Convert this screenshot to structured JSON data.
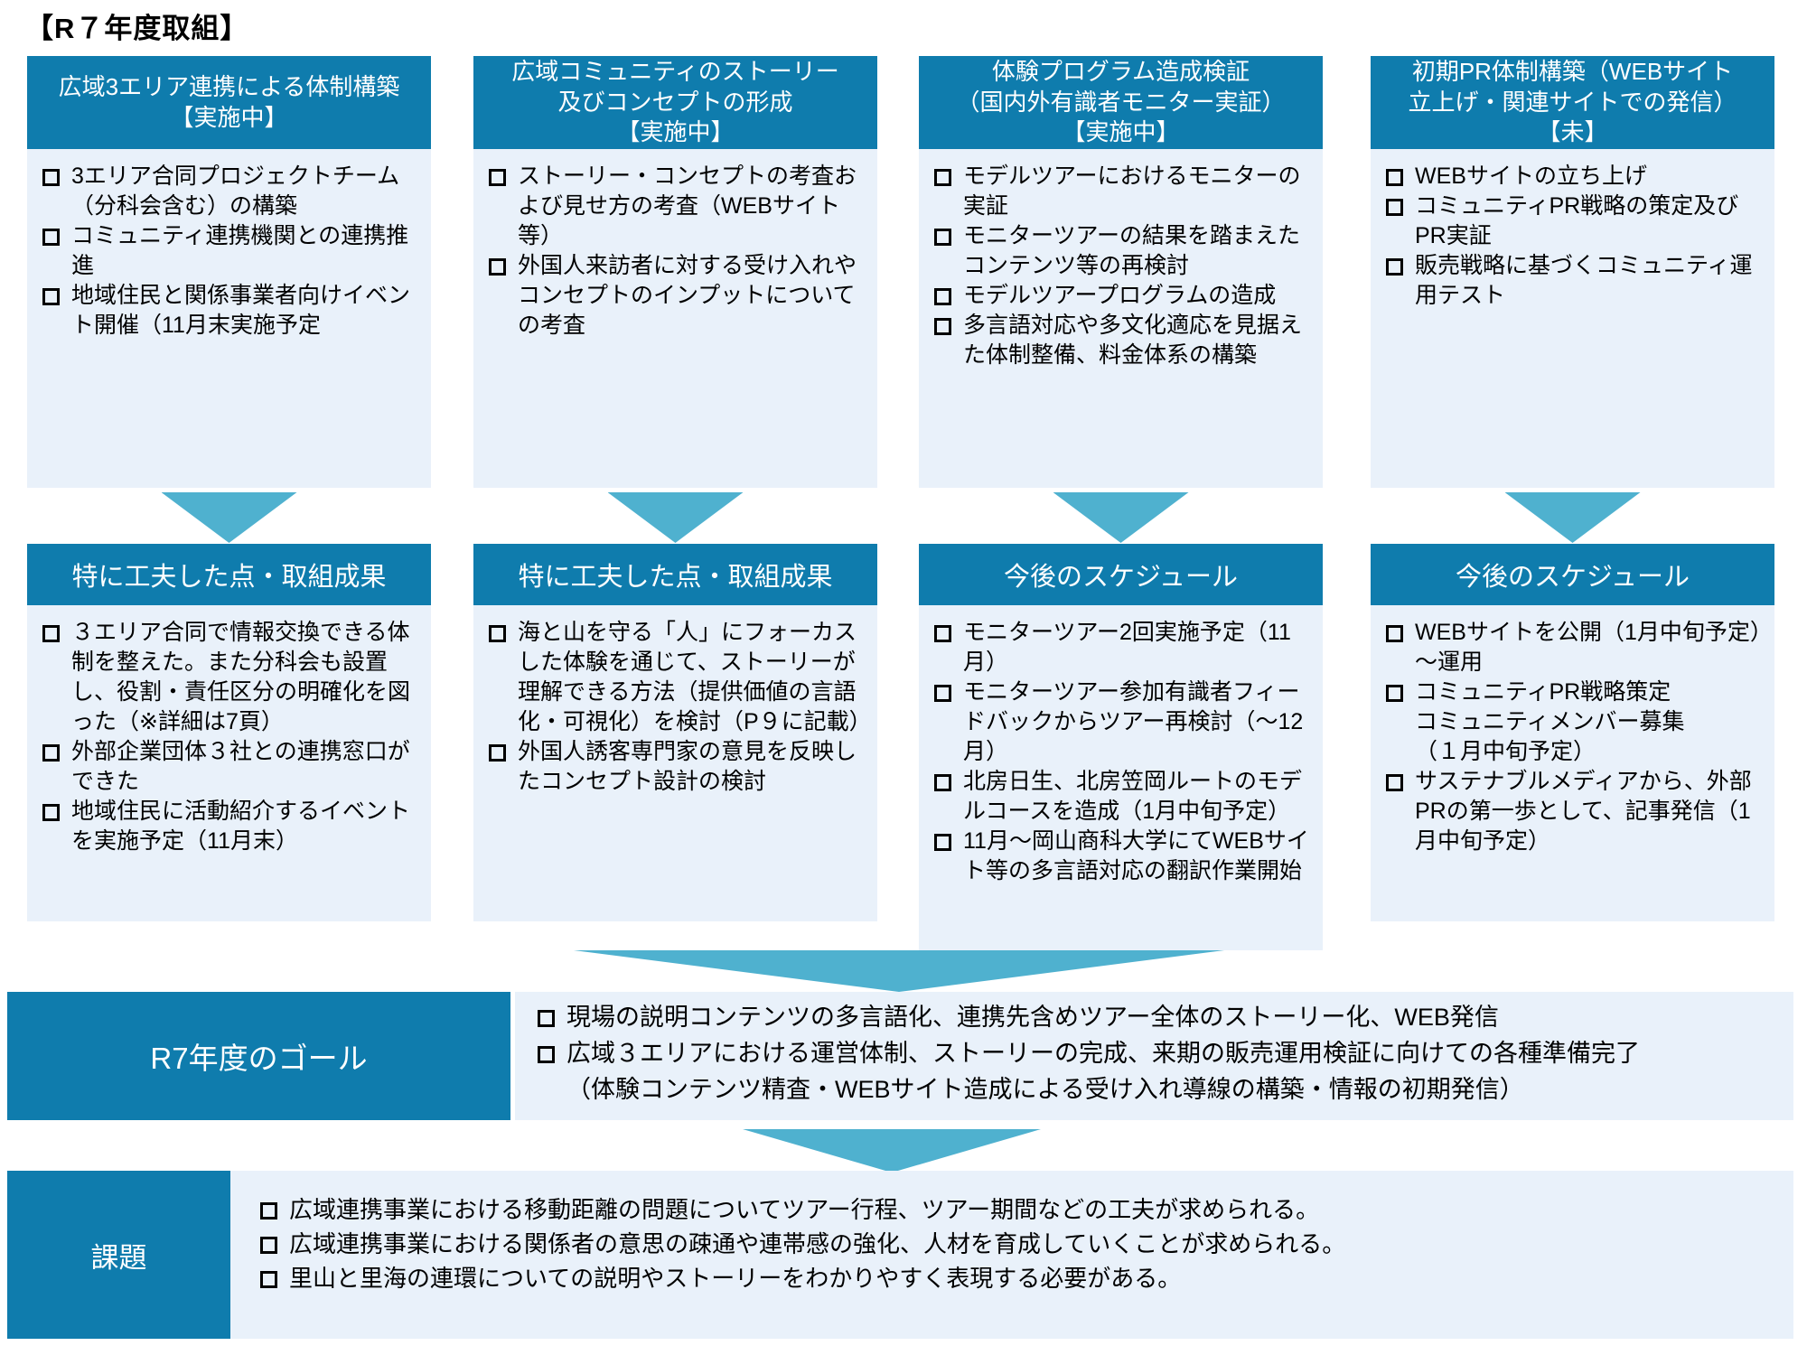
{
  "title": "【R７年度取組】",
  "colors": {
    "header_bg": "#0F7CAD",
    "body_bg": "#E9F1FA",
    "arrow": "#4FB1CF",
    "text": "#000000"
  },
  "columns": [
    {
      "header": "広域3エリア連携による体制構築\n【実施中】",
      "items": [
        "3エリア合同プロジェクトチーム（分科会含む）の構築",
        "コミュニティ連携機関との連携推進",
        "地域住民と関係事業者向けイベント開催（11月末実施予定"
      ],
      "header2": "特に工夫した点・取組成果",
      "items2": [
        "３エリア合同で情報交換できる体制を整えた。また分科会も設置し、役割・責任区分の明確化を図った（※詳細は7頁）",
        "外部企業団体３社との連携窓口ができた",
        "地域住民に活動紹介するイベントを実施予定（11月末）"
      ]
    },
    {
      "header": "広域コミュニティのストーリー\n及びコンセプトの形成\n【実施中】",
      "items": [
        "ストーリー・コンセプトの考査および見せ方の考査（WEBサイト等）",
        "外国人来訪者に対する受け入れやコンセプトのインプットについての考査"
      ],
      "header2": "特に工夫した点・取組成果",
      "items2": [
        "海と山を守る「人」にフォーカスした体験を通じて、ストーリーが理解できる方法（提供価値の言語化・可視化）を検討（P９に記載）",
        "外国人誘客専門家の意見を反映したコンセプト設計の検討"
      ]
    },
    {
      "header": "体験プログラム造成検証\n（国内外有識者モニター実証）\n【実施中】",
      "items": [
        "モデルツアーにおけるモニターの実証",
        "モニターツアーの結果を踏まえたコンテンツ等の再検討",
        "モデルツアープログラムの造成",
        "多言語対応や多文化適応を見据えた体制整備、料金体系の構築"
      ],
      "header2": "今後のスケジュール",
      "items2": [
        "モニターツアー2回実施予定（11月）",
        "モニターツアー参加有識者フィードバックからツアー再検討（～12月）",
        "北房日生、北房笠岡ルートのモデルコースを造成（1月中旬予定）",
        "11月～岡山商科大学にてWEBサイト等の多言語対応の翻訳作業開始"
      ]
    },
    {
      "header": "初期PR体制構築（WEBサイト\n立上げ・関連サイトでの発信）\n【未】",
      "items": [
        "WEBサイトの立ち上げ",
        "コミュニティPR戦略の策定及びPR実証",
        "販売戦略に基づくコミュニティ運用テスト"
      ],
      "header2": "今後のスケジュール",
      "items2": [
        "WEBサイトを公開（1月中旬予定）　～運用",
        "コミュニティPR戦略策定\nコミュニティメンバー募集\n（１月中旬予定）",
        "サステナブルメディアから、外部PRの第一歩として、記事発信（1月中旬予定）"
      ]
    }
  ],
  "goal": {
    "label": "R7年度のゴール",
    "items": [
      "現場の説明コンテンツの多言語化、連携先含めツアー全体のストーリー化、WEB発信",
      "広域３エリアにおける運営体制、ストーリーの完成、来期の販売運用検証に向けての各種準備完了\n（体験コンテンツ精査・WEBサイト造成による受け入れ導線の構築・情報の初期発信）"
    ]
  },
  "issues": {
    "label": "課題",
    "items": [
      "広域連携事業における移動距離の問題についてツアー行程、ツアー期間などの工夫が求められる。",
      "広域連携事業における関係者の意思の疎通や連帯感の強化、人材を育成していくことが求められる。",
      "里山と里海の連環についての説明やストーリーをわかりやすく表現する必要がある。"
    ]
  }
}
